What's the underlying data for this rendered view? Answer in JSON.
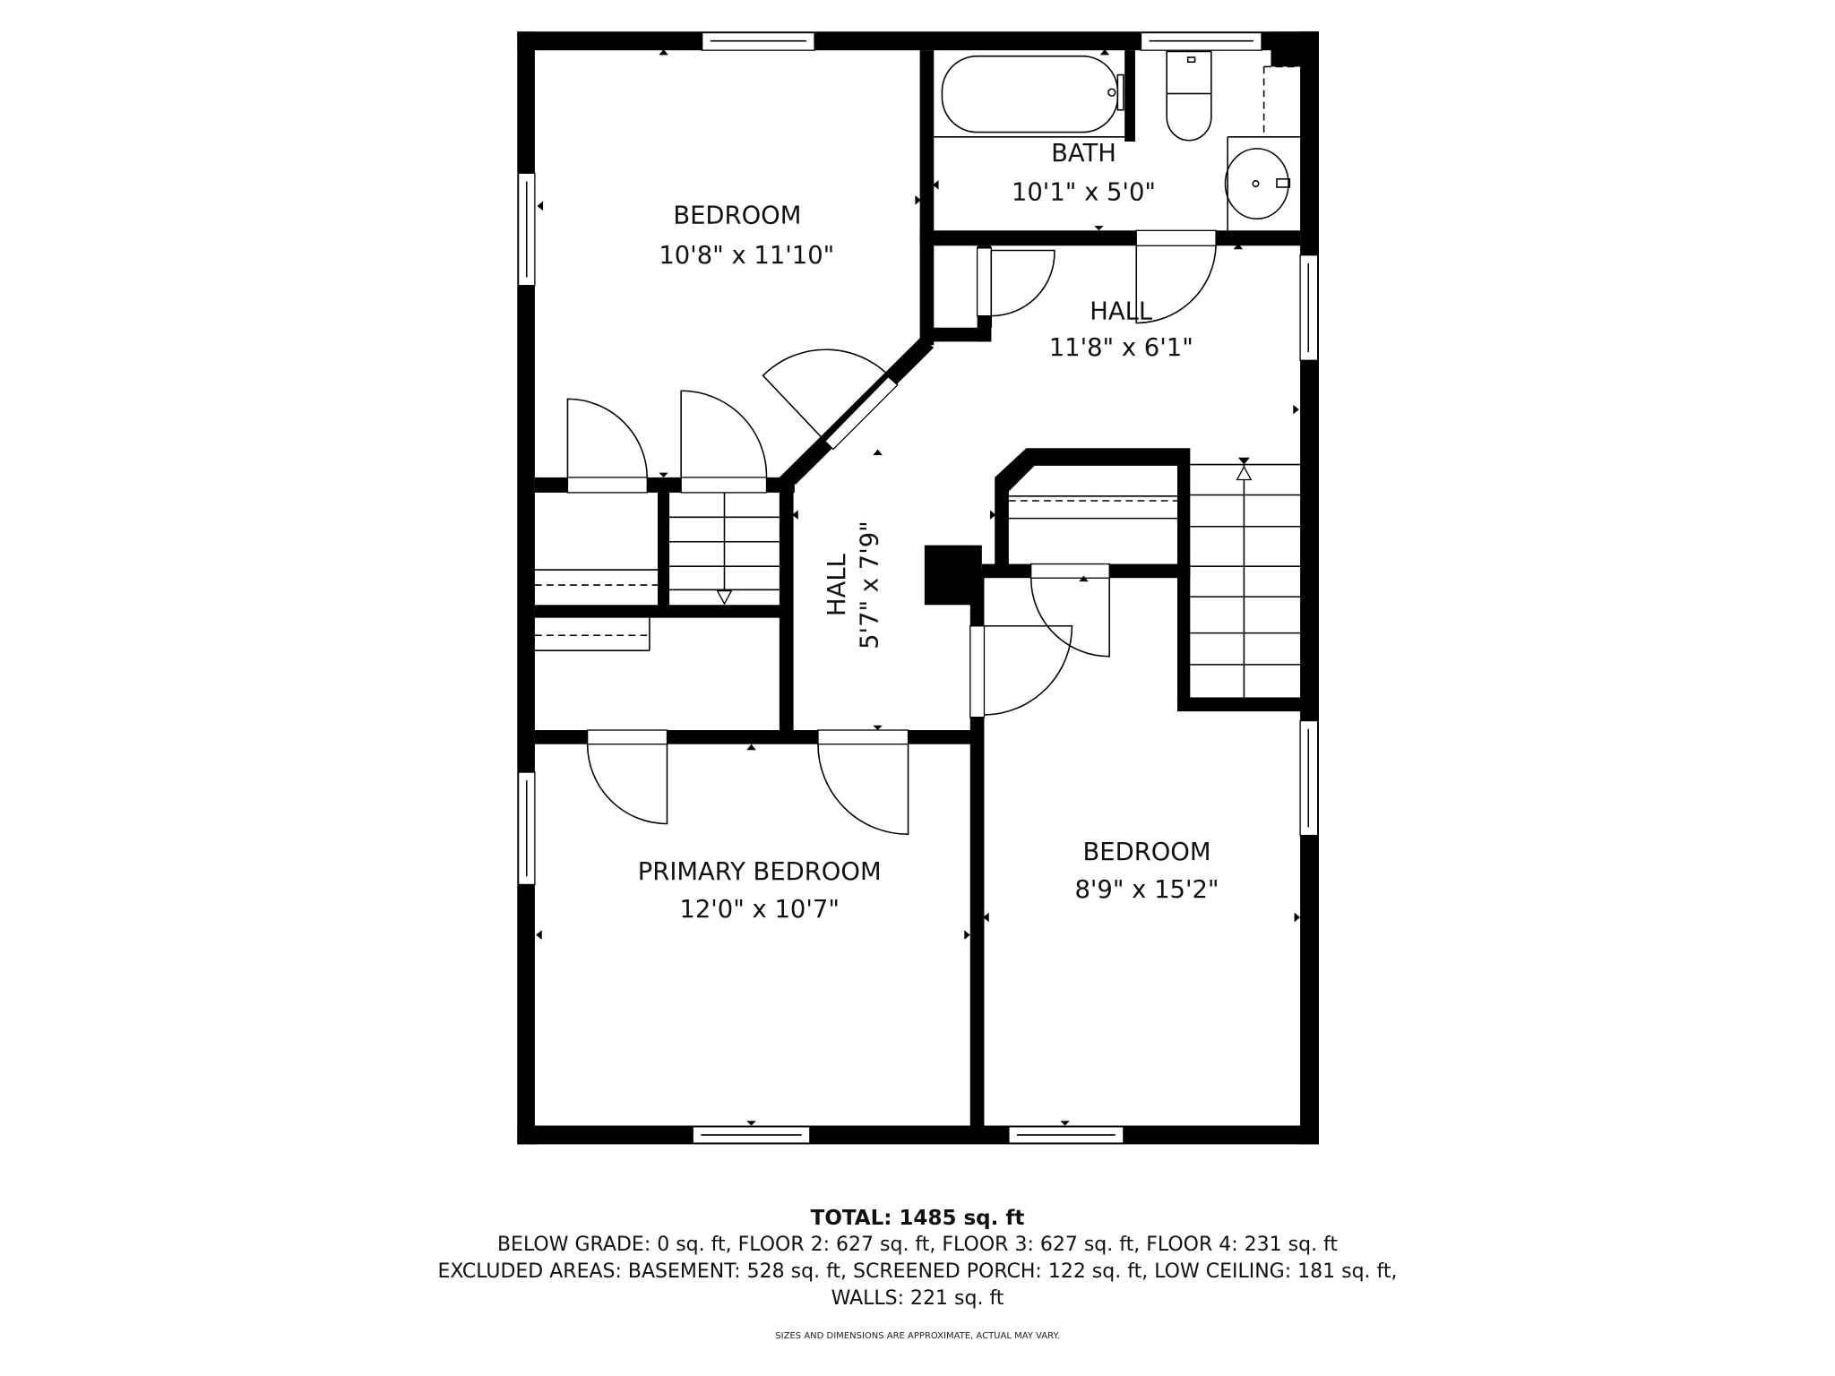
{
  "plan": {
    "rooms": [
      {
        "id": "bedroom-1",
        "name": "BEDROOM",
        "dimensions": "10'8\" x 11'10\""
      },
      {
        "id": "bath",
        "name": "BATH",
        "dimensions": "10'1\" x 5'0\""
      },
      {
        "id": "hall-1",
        "name": "HALL",
        "dimensions": "11'8\" x 6'1\""
      },
      {
        "id": "hall-2",
        "name": "HALL",
        "dimensions": "5'7\" x 7'9\""
      },
      {
        "id": "primary-bedroom",
        "name": "PRIMARY BEDROOM",
        "dimensions": "12'0\" x 10'7\""
      },
      {
        "id": "bedroom-2",
        "name": "BEDROOM",
        "dimensions": "8'9\" x 15'2\""
      }
    ],
    "colors": {
      "wall": "#000000",
      "background": "#ffffff",
      "text": "#111111"
    }
  },
  "summary": {
    "total": "TOTAL: 1485 sq. ft",
    "line1": "BELOW GRADE: 0 sq. ft, FLOOR 2: 627 sq. ft, FLOOR 3: 627 sq. ft, FLOOR 4: 231 sq. ft",
    "line2": "EXCLUDED AREAS: BASEMENT: 528 sq. ft, SCREENED PORCH: 122 sq. ft, LOW CEILING: 181 sq. ft,",
    "line3": "WALLS: 221 sq. ft",
    "disclaimer": "SIZES AND DIMENSIONS ARE APPROXIMATE, ACTUAL MAY VARY."
  }
}
